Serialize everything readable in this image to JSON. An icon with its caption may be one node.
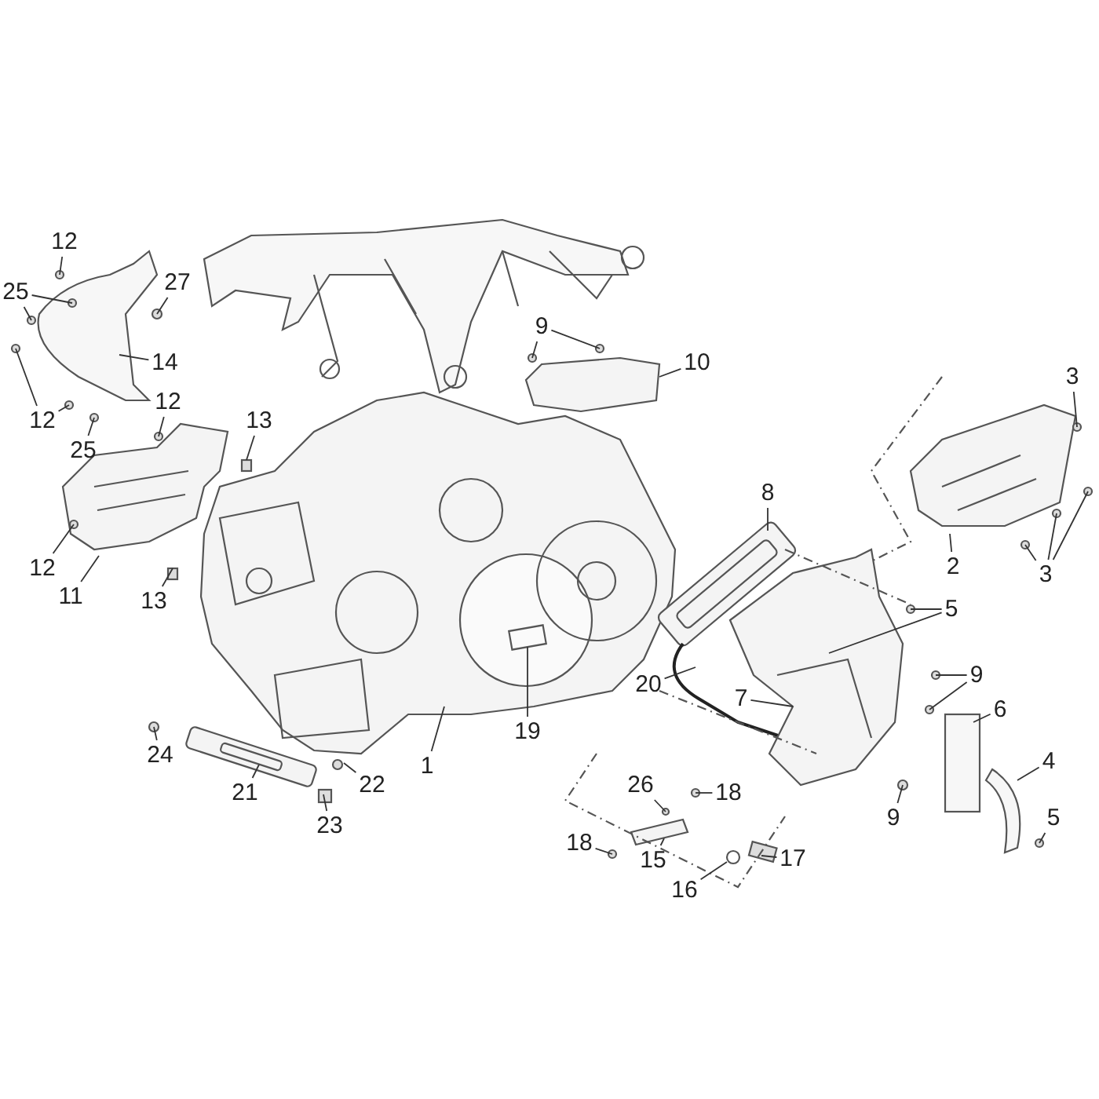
{
  "diagram": {
    "nodes": [
      {
        "text": [
          "12"
        ]
      },
      {
        "text": [
          "25"
        ]
      },
      {
        "text": [
          "27"
        ]
      },
      {
        "text": [
          "14"
        ]
      },
      {
        "text": [
          "12"
        ]
      },
      {
        "text": [
          "25"
        ]
      },
      {
        "text": [
          "12"
        ]
      },
      {
        "text": [
          "13"
        ]
      },
      {
        "text": [
          "12"
        ]
      },
      {
        "text": [
          "11"
        ]
      },
      {
        "text": [
          "13"
        ]
      },
      {
        "text": [
          "9"
        ]
      },
      {
        "text": [
          "10"
        ]
      },
      {
        "text": [
          "3"
        ]
      },
      {
        "text": [
          "8"
        ]
      },
      {
        "text": [
          "2"
        ]
      },
      {
        "text": [
          "3"
        ]
      },
      {
        "text": [
          "5"
        ]
      },
      {
        "text": [
          "20"
        ]
      },
      {
        "text": [
          "7"
        ]
      },
      {
        "text": [
          "9"
        ]
      },
      {
        "text": [
          "6"
        ]
      },
      {
        "text": [
          "4"
        ]
      },
      {
        "text": [
          "5"
        ]
      },
      {
        "text": [
          "9"
        ]
      },
      {
        "text": [
          "19"
        ]
      },
      {
        "text": [
          "1"
        ]
      },
      {
        "text": [
          "24"
        ]
      },
      {
        "text": [
          "21"
        ]
      },
      {
        "text": [
          "22"
        ]
      },
      {
        "text": [
          "23"
        ]
      },
      {
        "text": [
          "26"
        ]
      },
      {
        "text": [
          "18"
        ]
      },
      {
        "text": [
          "18"
        ]
      },
      {
        "text": [
          "15"
        ]
      },
      {
        "text": [
          "16"
        ]
      },
      {
        "text": [
          "17"
        ]
      }
    ],
    "edges": [
      {
        "from": 0,
        "to": null,
        "arrow": "none"
      },
      {
        "from": 1,
        "to": null,
        "arrow": "none"
      },
      {
        "from": 1,
        "to": null,
        "arrow": "none"
      },
      {
        "from": 2,
        "to": null,
        "arrow": "none"
      },
      {
        "from": 3,
        "to": null,
        "arrow": "none"
      },
      {
        "from": 4,
        "to": null,
        "arrow": "none"
      },
      {
        "from": 4,
        "to": null,
        "arrow": "none"
      },
      {
        "from": 5,
        "to": null,
        "arrow": "none"
      },
      {
        "from": 6,
        "to": null,
        "arrow": "none"
      },
      {
        "from": 7,
        "to": null,
        "arrow": "none"
      },
      {
        "from": 8,
        "to": null,
        "arrow": "none"
      },
      {
        "from": 9,
        "to": null,
        "arrow": "none"
      },
      {
        "from": 10,
        "to": null,
        "arrow": "none"
      },
      {
        "from": 11,
        "to": null,
        "arrow": "none"
      },
      {
        "from": 11,
        "to": null,
        "arrow": "none"
      },
      {
        "from": 12,
        "to": null,
        "arrow": "none"
      },
      {
        "from": 13,
        "to": null,
        "arrow": "none"
      },
      {
        "from": 14,
        "to": null,
        "arrow": "none"
      },
      {
        "from": 15,
        "to": null,
        "arrow": "none"
      },
      {
        "from": 16,
        "to": null,
        "arrow": "none"
      },
      {
        "from": 16,
        "to": null,
        "arrow": "none"
      },
      {
        "from": 16,
        "to": null,
        "arrow": "none"
      },
      {
        "from": 17,
        "to": null,
        "arrow": "none"
      },
      {
        "from": 17,
        "to": null,
        "arrow": "none"
      },
      {
        "from": 18,
        "to": null,
        "arrow": "none"
      },
      {
        "from": 19,
        "to": null,
        "arrow": "none"
      },
      {
        "from": 20,
        "to": null,
        "arrow": "none"
      },
      {
        "from": 20,
        "to": null,
        "arrow": "none"
      },
      {
        "from": 21,
        "to": null,
        "arrow": "none"
      },
      {
        "from": 22,
        "to": null,
        "arrow": "none"
      },
      {
        "from": 23,
        "to": null,
        "arrow": "none"
      },
      {
        "from": 24,
        "to": null,
        "arrow": "none"
      },
      {
        "from": 25,
        "to": null,
        "arrow": "none"
      },
      {
        "from": 26,
        "to": null,
        "arrow": "none"
      },
      {
        "from": 27,
        "to": null,
        "arrow": "none"
      },
      {
        "from": 28,
        "to": null,
        "arrow": "none"
      },
      {
        "from": 29,
        "to": null,
        "arrow": "none"
      },
      {
        "from": 30,
        "to": null,
        "arrow": "none"
      },
      {
        "from": 31,
        "to": null,
        "arrow": "none"
      },
      {
        "from": 32,
        "to": null,
        "arrow": "none"
      },
      {
        "from": 33,
        "to": null,
        "arrow": "none"
      },
      {
        "from": 34,
        "to": null,
        "arrow": "none"
      },
      {
        "from": 35,
        "to": null,
        "arrow": "none"
      },
      {
        "from": 36,
        "to": null,
        "arrow": "none"
      }
    ]
  }
}
